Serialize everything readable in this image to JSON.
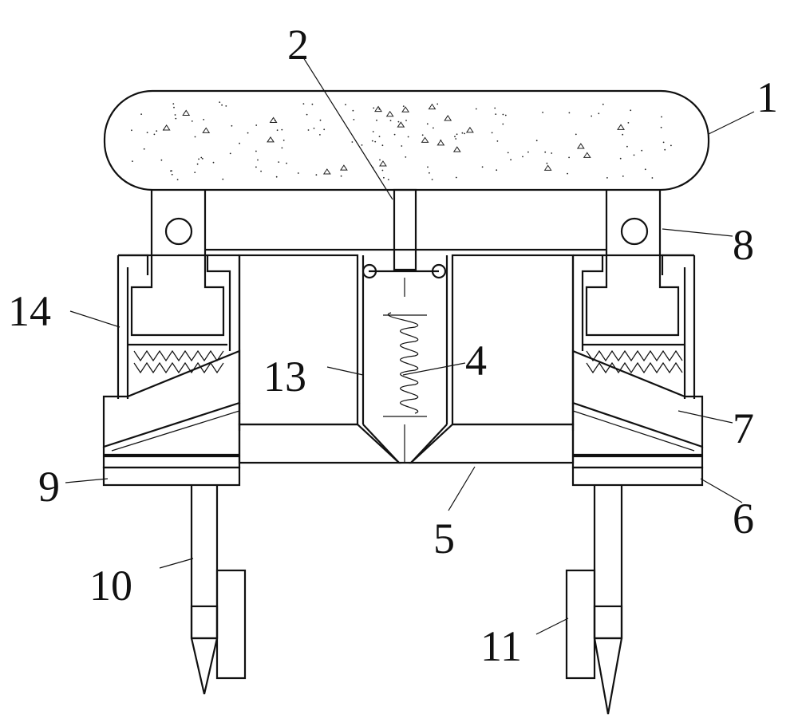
{
  "figure": {
    "labels": {
      "l1": "1",
      "l2": "2",
      "l4": "4",
      "l5": "5",
      "l6": "6",
      "l7": "7",
      "l8": "8",
      "l9": "9",
      "l10": "10",
      "l11": "11",
      "l13": "13",
      "l14": "14"
    }
  }
}
